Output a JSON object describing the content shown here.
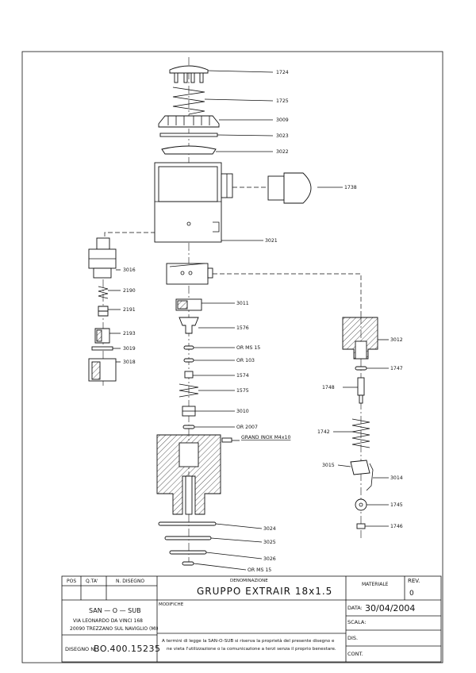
{
  "parts": {
    "p1724": "1724",
    "p1725": "1725",
    "p3009": "3009",
    "p3023": "3023",
    "p3022": "3022",
    "p1738": "1738",
    "p3021": "3021",
    "p3016": "3016",
    "p2190": "2190",
    "p2191": "2191",
    "p2193": "2193",
    "p3019": "3019",
    "p3018": "3018",
    "p3011": "3011",
    "p1576": "1576",
    "or_ms15_a": "OR MS 15",
    "or_103": "OR 103",
    "p1574": "1574",
    "p1575": "1575",
    "p3010": "3010",
    "or_2007": "OR 2007",
    "grand_inox": "GRAND INOX M4x10",
    "p3024": "3024",
    "p3025": "3025",
    "p3026": "3026",
    "or_ms15_b": "OR MS 15",
    "p3012": "3012",
    "p1747": "1747",
    "p1748": "1748",
    "p1742": "1742",
    "p3015": "3015",
    "p3014": "3014",
    "p1745": "1745",
    "p1746": "1746"
  },
  "title_block": {
    "col_pos": "POS",
    "col_qta": "Q.TA'",
    "col_disegno": "N. DISEGNO",
    "denominazione_label": "DENOMINAZIONE",
    "denominazione": "GRUPPO EXTRAIR 18x1.5",
    "materiale_label": "MATERIALE",
    "rev_label": "REV.",
    "rev": "0",
    "company": "SAN — O — SUB",
    "address1": "VIA LEONARDO DA VINCI 168",
    "address2": "20090 TREZZANO SUL NAVIGLIO (MI)",
    "modifiche_label": "MODIFICHE",
    "data_label": "DATA:",
    "data": "30/04/2004",
    "scala_label": "SCALA:",
    "disegno_label": "DISEGNO N.",
    "disegno": "BO.400.15235",
    "notice1": "A termini di legge la SAN-O-SUB si riserva la proprietà del presente disegno e",
    "notice2": "ne vieta l'utilizzazione o la comunicazione a terzi senza il proprio benestare.",
    "dis_label": "DIS.",
    "cont_label": "CONT."
  }
}
